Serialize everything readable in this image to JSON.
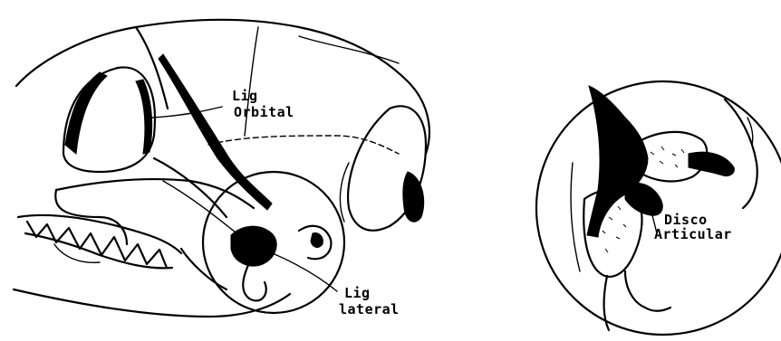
{
  "labels": {
    "lig_orbital_line1": "Lig",
    "lig_orbital_line2": "Orbital",
    "lig_lateral_line1": "Lig",
    "lig_lateral_line2": "lateral",
    "disco_line1": "Disco",
    "disco_line2": "Articular"
  }
}
